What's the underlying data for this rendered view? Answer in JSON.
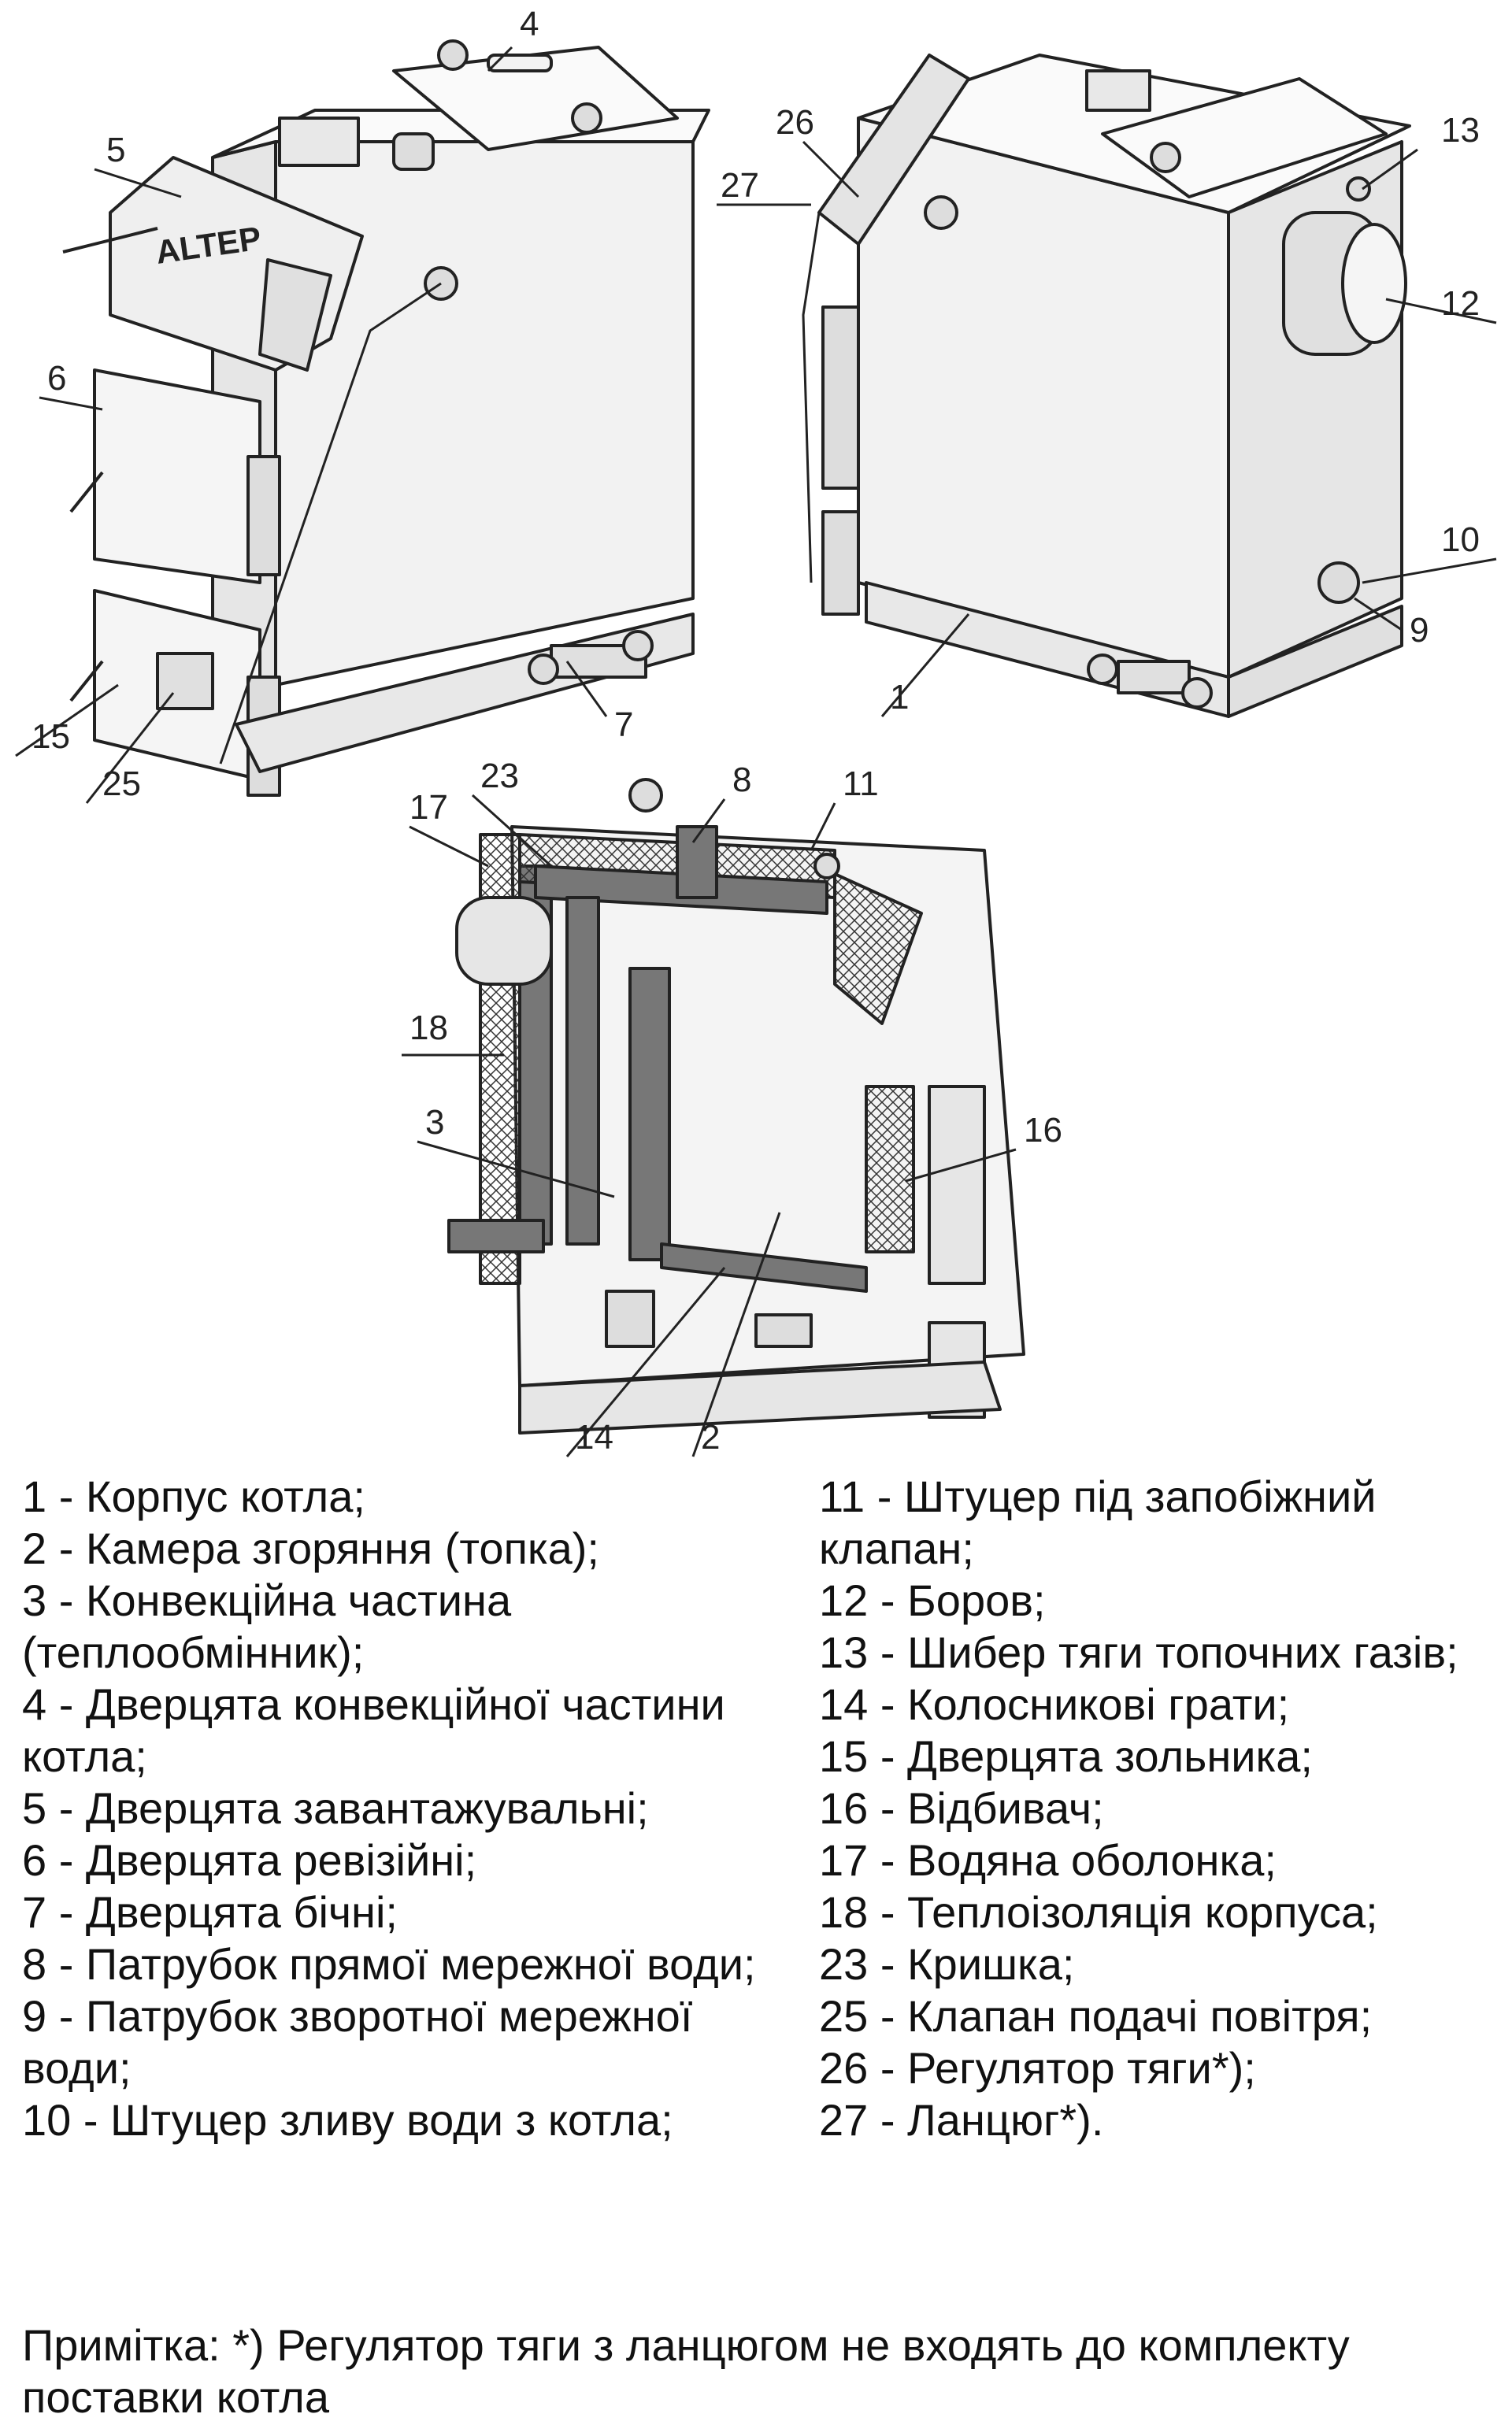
{
  "brand": "ALTEP",
  "callouts": [
    "1",
    "2",
    "3",
    "4",
    "5",
    "6",
    "7",
    "8",
    "9",
    "10",
    "11",
    "12",
    "13",
    "14",
    "15",
    "16",
    "17",
    "18",
    "23",
    "25",
    "26",
    "27"
  ],
  "legend_left": [
    "1 - Корпус котла;",
    "2 - Камера згоряння (топка);",
    "3 - Конвекційна частина (теплообмінник);",
    "4 - Дверцята конвекційної частини котла;",
    "5 - Дверцята завантажувальні;",
    "6 - Дверцята ревізійні;",
    "7 - Дверцята бічні;",
    "8 - Патрубок прямої мережної води;",
    "9 - Патрубок зворотної мережної води;",
    "10 - Штуцер зливу води з котла;"
  ],
  "legend_right": [
    "11 - Штуцер під запобіжний клапан;",
    "12 - Боров;",
    "13 - Шибер тяги топочних газів;",
    "14 - Колосникові грати;",
    "15 - Дверцята зольника;",
    "16 - Відбивач;",
    "17 - Водяна оболонка;",
    "18 - Теплоізоляція корпуса;",
    "23 - Кришка;",
    "25 - Клапан подачі повітря;",
    "26 - Регулятор тяги*);",
    "27 - Ланцюг*)."
  ],
  "note": "Примітка: *) Регулятор тяги з ланцюгом не входять до комплекту поставки котла"
}
